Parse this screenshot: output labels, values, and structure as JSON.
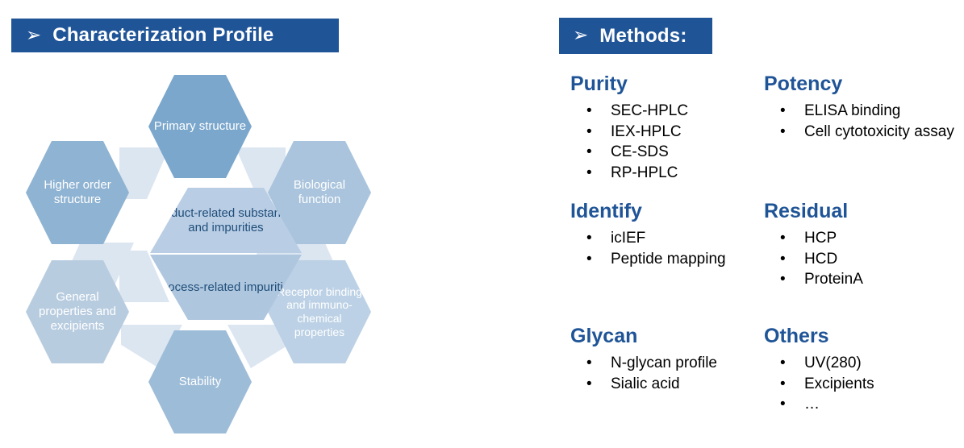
{
  "headers": {
    "characterization": {
      "arrow_icon": "➢",
      "title": "Characterization Profile"
    },
    "methods": {
      "arrow_icon": "➢",
      "title": "Methods:"
    }
  },
  "colors": {
    "header_bar": "#1F5497",
    "highlight": "#FDC217",
    "heading_blue": "#1F5497",
    "hex_dark": "#7BA7CC",
    "hex_mid": "#9FBDD8",
    "hex_light": "#B8CCE0",
    "hex_pale": "#C6D9EC",
    "wedge": "#DCE6F1",
    "center_top": "#B9CDE5",
    "center_bottom": "#AFC6DF",
    "center_text": "#1F4E79"
  },
  "diagram": {
    "name": "characterization-profile-hexagon-wheel",
    "center": {
      "top_label": "Product-related substances and impurities",
      "bottom_label": "Process-related impurities"
    },
    "outer": [
      {
        "key": "primary-structure",
        "label": "Primary structure",
        "color": "#7BA7CC",
        "text_color": "#ffffff"
      },
      {
        "key": "biological-function",
        "label": "Biological function",
        "color": "#A9C4DC",
        "text_color": "#ffffff"
      },
      {
        "key": "receptor-binding",
        "label": "Receptor binding and immuno-chemical properties",
        "color": "#BCD1E5",
        "text_color": "#ffffff"
      },
      {
        "key": "stability",
        "label": "Stability",
        "color": "#9DBCD8",
        "text_color": "#ffffff"
      },
      {
        "key": "general-properties",
        "label": "General properties and excipients",
        "color": "#B8CCE0",
        "text_color": "#ffffff"
      },
      {
        "key": "higher-order-structure",
        "label": "Higher order structure",
        "color": "#8FB3D2",
        "text_color": "#ffffff"
      }
    ]
  },
  "methods": {
    "sections": [
      {
        "key": "purity",
        "title": "Purity",
        "items": [
          "SEC-HPLC",
          "IEX-HPLC",
          "CE-SDS",
          "RP-HPLC"
        ],
        "bullet": "•"
      },
      {
        "key": "potency",
        "title": "Potency",
        "items": [
          "ELISA binding",
          "Cell cytotoxicity assay"
        ],
        "bullet": "•"
      },
      {
        "key": "identify",
        "title": "Identify",
        "items": [
          "icIEF",
          "Peptide mapping"
        ],
        "bullet": "•"
      },
      {
        "key": "residual",
        "title": "Residual",
        "items": [
          "HCP",
          "HCD",
          "ProteinA"
        ],
        "bullet": "•"
      },
      {
        "key": "glycan",
        "title": "Glycan",
        "items": [
          "N-glycan profile",
          "Sialic acid"
        ],
        "bullet": "•"
      },
      {
        "key": "others",
        "title": "Others",
        "items": [
          "UV(280)",
          "Excipients",
          "…"
        ],
        "bullet": "•"
      }
    ]
  }
}
